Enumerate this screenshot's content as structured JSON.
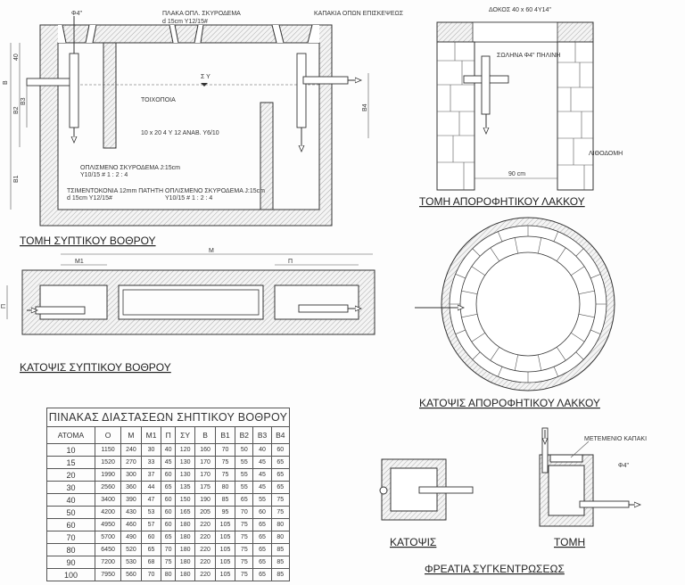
{
  "septic_section": {
    "title": "ΤΟΜΗ ΣΥΠΤΙΚΟΥ ΒΟΘΡΟΥ",
    "labels": {
      "pipe_diameter": "Φ4\"",
      "slab": "ΠΛΑΚΑ ΟΠΛ. ΣΚΥΡΟΔΕΜΑ",
      "slab_spec": "d 15cm Y12/15#",
      "covers": "ΚΑΠΑΚΙΑ ΟΠΩΝ ΕΠΙΣΚΕΨΕΩΣ",
      "water_level": "Σ Υ",
      "masonry": "ΤΟΙΧΟΠΟΙΑ",
      "beam": "10 x 20   4 Υ 12   ΑΝΑΒ. Υ6/10",
      "concrete_wall": "ΟΠΛΙΣΜΕΝΟ ΣΚΥΡΟΔΕΜΑ J:15cm",
      "concrete_wall_spec": "Υ10/15  # 1 : 2 : 4",
      "plaster": "ΤΣΙΜΕΝΤΟΚΟΝΙΑ 12mm ΠΑΤΗΤΗ",
      "plaster_spec": "d 15cm Y12/15#",
      "concrete_floor": "ΟΠΛΙΣΜΕΝΟ ΣΚΥΡΟΔΕΜΑ J:15cm",
      "concrete_floor_spec": "Υ10/15  # 1 : 2 : 4"
    },
    "dimensions": {
      "top": "40",
      "b": "B",
      "b1": "B1",
      "b2": "B2",
      "b3": "B3",
      "b4": "B4"
    }
  },
  "septic_plan": {
    "title": "ΚΑΤΟΨΙΣ ΣΥΠΤΙΚΟΥ ΒΟΘΡΟΥ",
    "dimensions": {
      "m": "M",
      "m1": "M1",
      "p": "Π",
      "p_side": "Π"
    }
  },
  "pit_section": {
    "title": "ΤΟΜΗ ΑΠΟΡΟΦΗΤΙΚΟΥ ΛΑΚΚΟΥ",
    "labels": {
      "beam": "ΔΟΚΟΣ 40 x 60 4Υ14\"",
      "pipe": "ΣΩΛΗΝΑ Φ4\" ΠΗΛΙΝΗ",
      "stonework": "ΛΙΘΟΔΟΜΗ",
      "width": "90 cm"
    }
  },
  "pit_plan": {
    "title": "ΚΑΤΟΨΙΣ ΑΠΟΡΟΦΗΤΙΚΟΥ ΛΑΚΚΟΥ"
  },
  "table": {
    "title": "ΠΙΝΑΚΑΣ ΔΙΑΣΤΑΣΕΩΝ ΣΗΠΤΙΚΟΥ ΒΟΘΡΟΥ",
    "headers": [
      "ΑΤΟΜΑ",
      "Ο",
      "Μ",
      "Μ1",
      "Π",
      "ΣΥ",
      "Β",
      "Β1",
      "Β2",
      "Β3",
      "Β4"
    ],
    "rows": [
      [
        "10",
        "1150",
        "240",
        "30",
        "40",
        "120",
        "160",
        "70",
        "50",
        "40",
        "60"
      ],
      [
        "15",
        "1520",
        "270",
        "33",
        "45",
        "130",
        "170",
        "75",
        "55",
        "45",
        "65"
      ],
      [
        "20",
        "1990",
        "300",
        "37",
        "60",
        "130",
        "170",
        "75",
        "55",
        "45",
        "65"
      ],
      [
        "30",
        "2560",
        "360",
        "44",
        "65",
        "135",
        "175",
        "80",
        "55",
        "45",
        "65"
      ],
      [
        "40",
        "3400",
        "390",
        "47",
        "60",
        "150",
        "190",
        "85",
        "65",
        "55",
        "75"
      ],
      [
        "50",
        "4200",
        "430",
        "53",
        "60",
        "165",
        "205",
        "95",
        "70",
        "60",
        "75"
      ],
      [
        "60",
        "4950",
        "460",
        "57",
        "60",
        "180",
        "220",
        "105",
        "75",
        "65",
        "80"
      ],
      [
        "70",
        "5700",
        "490",
        "60",
        "65",
        "180",
        "220",
        "105",
        "75",
        "65",
        "80"
      ],
      [
        "80",
        "6450",
        "520",
        "65",
        "70",
        "180",
        "220",
        "105",
        "75",
        "65",
        "85"
      ],
      [
        "90",
        "7200",
        "530",
        "68",
        "75",
        "180",
        "220",
        "105",
        "75",
        "65",
        "85"
      ],
      [
        "100",
        "7950",
        "560",
        "70",
        "80",
        "180",
        "220",
        "105",
        "75",
        "65",
        "85"
      ]
    ]
  },
  "manholes": {
    "plan_title": "ΚΑΤΟΨΙΣ",
    "section_title": "ΤΟΜΗ",
    "cover_label": "ΜΕΤΕΜΕΝΙΟ ΚΑΠΑΚΙ",
    "pipe_label": "Φ4\"",
    "group_title": "ΦΡΕΑΤΙΑ ΣΥΓΚΕΝΤΡΩΣΕΩΣ"
  }
}
